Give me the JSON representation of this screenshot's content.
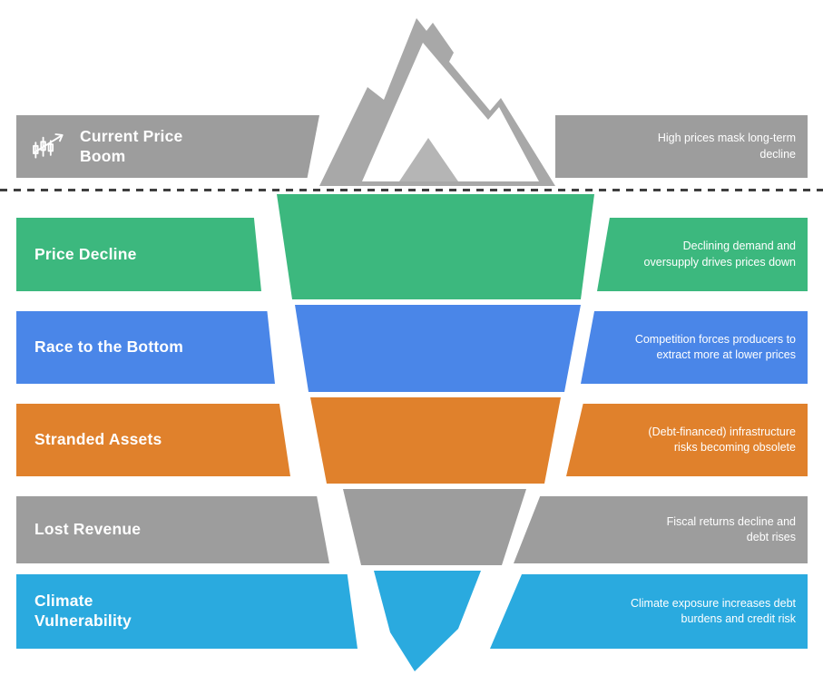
{
  "surface": {
    "title": "Current Price Boom",
    "description": "High prices mask long-term decline",
    "color": "#9d9d9d",
    "icon": "price-chart-icon"
  },
  "rows": [
    {
      "title": "Price Decline",
      "description": "Declining demand and oversupply drives prices down",
      "color": "#3cb87e",
      "icon": "falling-chart-icon"
    },
    {
      "title": "Race to the Bottom",
      "description": "Competition forces producers to extract more at lower prices",
      "color": "#4a86e8",
      "icon": "escalator-down-icon"
    },
    {
      "title": "Stranded Assets",
      "description": "(Debt-financed) infrastructure risks becoming obsolete",
      "color": "#e0812c",
      "icon": "oil-derrick-pin-icon"
    },
    {
      "title": "Lost Revenue",
      "description": "Fiscal returns decline and debt rises",
      "color": "#9d9d9d",
      "icon": "piggy-bank-coins-icon"
    },
    {
      "title": "Climate Vulnerability",
      "description": "Climate exposure increases debt burdens and credit risk",
      "color": "#2aaadf",
      "icon": "burning-globe-icon"
    }
  ],
  "peak": {
    "body": "#a8a8a8",
    "face": "#ffffff",
    "shade": "#b5b5b5"
  },
  "waterline_color": "#3f3f3f"
}
